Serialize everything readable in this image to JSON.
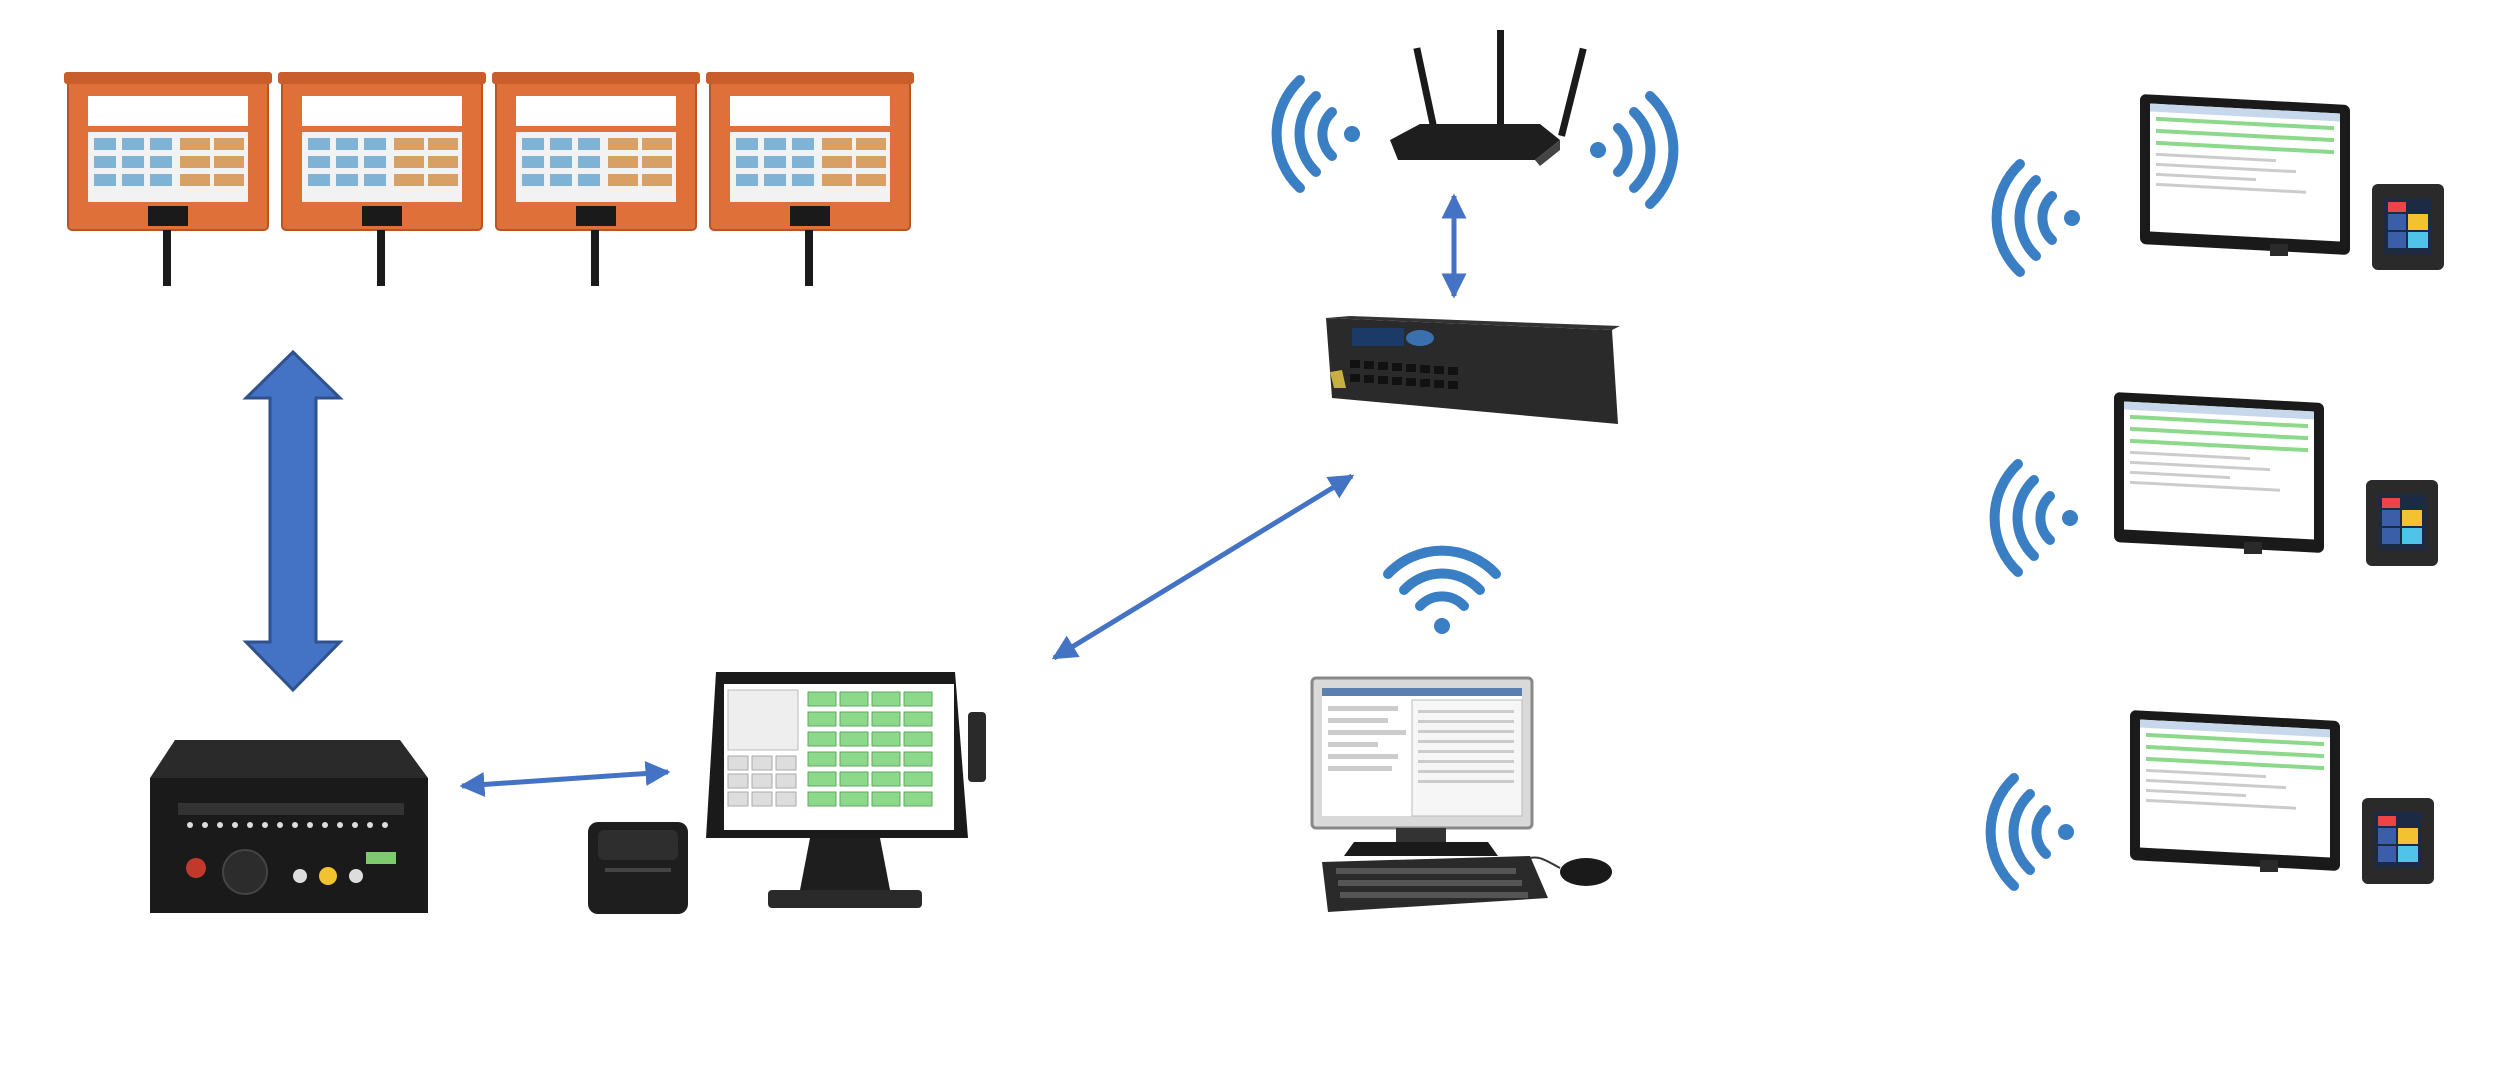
{
  "diagram": {
    "nodes": [
      {
        "id": "menu-boards",
        "icon": "drive-thru-menu-board-icon",
        "count": 4
      },
      {
        "id": "wifi-router",
        "icon": "wifi-router-icon"
      },
      {
        "id": "network-switch",
        "icon": "network-switch-icon"
      },
      {
        "id": "desktop-computer",
        "icon": "desktop-computer-icon"
      },
      {
        "id": "intercom-base-station",
        "icon": "intercom-base-station-icon"
      },
      {
        "id": "receipt-printer",
        "icon": "receipt-printer-icon"
      },
      {
        "id": "pos-terminal",
        "icon": "pos-terminal-icon"
      },
      {
        "id": "kitchen-display-1",
        "icon": "kitchen-display-icon"
      },
      {
        "id": "kitchen-display-2",
        "icon": "kitchen-display-icon"
      },
      {
        "id": "kitchen-display-3",
        "icon": "kitchen-display-icon"
      },
      {
        "id": "bump-bar-1",
        "icon": "bump-bar-icon"
      },
      {
        "id": "bump-bar-2",
        "icon": "bump-bar-icon"
      },
      {
        "id": "bump-bar-3",
        "icon": "bump-bar-icon"
      }
    ],
    "connections": [
      {
        "from": "menu-boards",
        "to": "intercom-base-station",
        "style": "thick-double-arrow"
      },
      {
        "from": "intercom-base-station",
        "to": "pos-terminal",
        "style": "thin-double-arrow"
      },
      {
        "from": "pos-terminal",
        "to": "network-switch",
        "style": "thin-double-arrow"
      },
      {
        "from": "wifi-router",
        "to": "network-switch",
        "style": "thin-double-arrow"
      }
    ],
    "wireless_signals": [
      "router-left",
      "router-right",
      "desktop",
      "kds-1",
      "kds-2",
      "kds-3"
    ],
    "colors": {
      "arrow": "#4472C4",
      "arrow_dark": "#2F528F",
      "wifi": "#3A7FC4",
      "menu_board": "#E0703A",
      "device_black": "#1A1A1A",
      "screen_green": "#8CD98C"
    }
  }
}
